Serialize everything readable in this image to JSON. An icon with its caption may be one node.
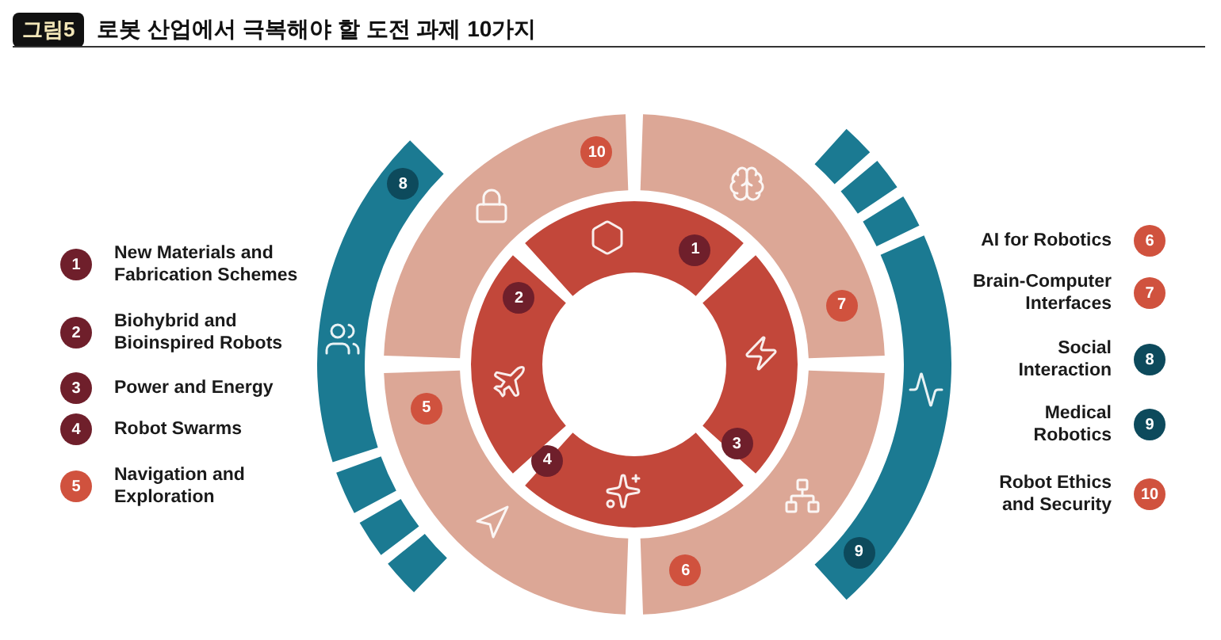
{
  "diagram": {
    "title": "로봇 산업에서 극복해야 할 도전 과제 10가지",
    "nodes": [
      {
        "text": [
          "1"
        ]
      },
      {
        "text": [
          "2"
        ]
      },
      {
        "text": [
          "3"
        ]
      },
      {
        "text": [
          "4"
        ]
      },
      {
        "text": [
          "5"
        ]
      },
      {
        "text": [
          "6"
        ]
      },
      {
        "text": [
          "7"
        ]
      },
      {
        "text": [
          "8"
        ]
      },
      {
        "text": [
          "9"
        ]
      },
      {
        "text": [
          "10"
        ]
      },
      {
        "text": [],
        "shape": "bar"
      },
      {
        "text": [],
        "shape": "bar"
      },
      {
        "text": [],
        "shape": "bar"
      },
      {
        "text": [],
        "shape": "bar"
      },
      {
        "text": [],
        "shape": "bar"
      },
      {
        "text": [],
        "shape": "bar"
      },
      {
        "text": [
          "1"
        ],
        "beside": [
          "New Materials and Fabrication Schemes"
        ]
      },
      {
        "text": [
          "2"
        ],
        "beside": [
          "Biohybrid and Bioinspired Robots"
        ]
      },
      {
        "text": [
          "3"
        ],
        "beside": [
          "Power and Energy"
        ]
      },
      {
        "text": [
          "4"
        ],
        "beside": [
          "Robot Swarms"
        ]
      },
      {
        "text": [
          "5"
        ],
        "beside": [
          "Navigation and Exploration"
        ]
      },
      {
        "text": [
          "6"
        ],
        "beside": [
          "AI for Robotics"
        ]
      },
      {
        "text": [
          "7"
        ],
        "beside": [
          "Brain-Computer Interfaces"
        ]
      },
      {
        "text": [
          "8"
        ],
        "beside": [
          "Social Interaction"
        ]
      },
      {
        "text": [
          "9"
        ],
        "beside": [
          "Medical Robotics"
        ]
      },
      {
        "text": [
          "10"
        ],
        "beside": [
          "Robot Ethics and Security"
        ]
      }
    ],
    "labels": [
      "그림5"
    ]
  }
}
